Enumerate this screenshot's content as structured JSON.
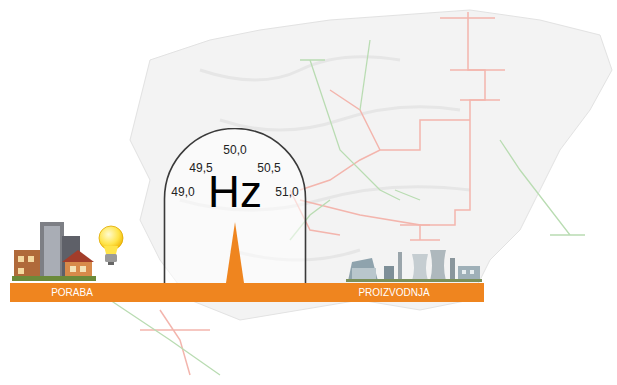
{
  "diagram": {
    "nodes": [
      {
        "text": [
          "49,0",
          "49,5",
          "50,0",
          "50,5",
          "51,0",
          "Hz"
        ]
      },
      {
        "text": [
          "PORABA",
          "PROIZVODNJA"
        ]
      }
    ]
  }
}
